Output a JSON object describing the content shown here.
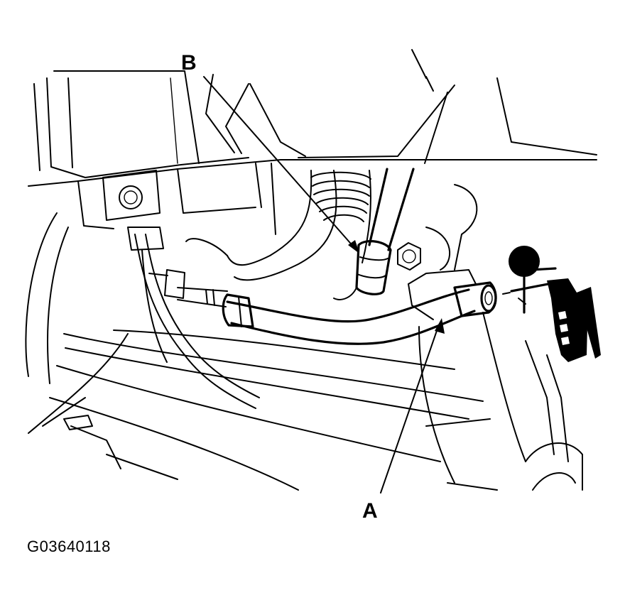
{
  "diagram": {
    "callouts": {
      "a": {
        "label": "A",
        "target": "hose"
      },
      "b": {
        "label": "B",
        "target": "hose-fitting"
      }
    },
    "figure_code": "G03640118",
    "colors": {
      "ink": "#000000",
      "paper": "#ffffff"
    },
    "icons": [
      "vacuum-pump-icon"
    ]
  }
}
